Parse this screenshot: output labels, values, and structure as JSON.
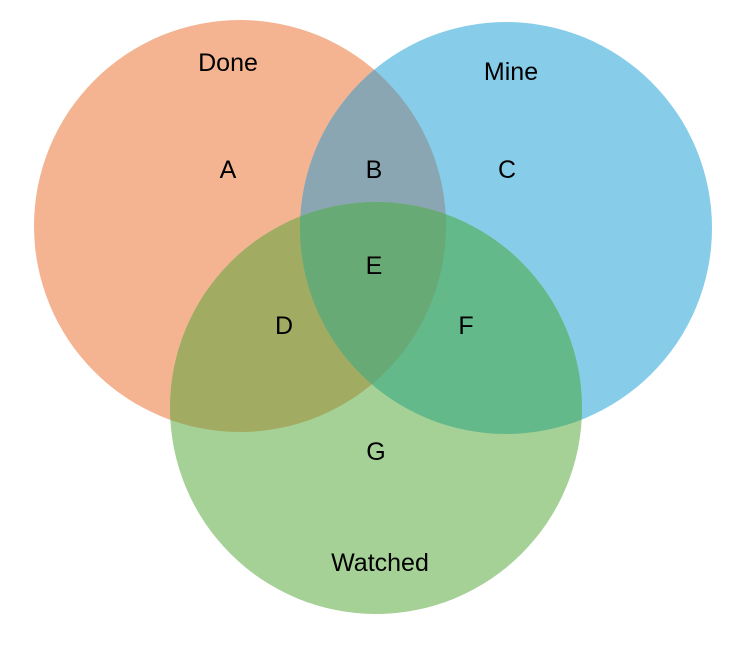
{
  "diagram": {
    "type": "venn-3-set",
    "background_color": "#ffffff",
    "text_color": "#000000",
    "sets": [
      {
        "label": "Done",
        "color": "#F4B492"
      },
      {
        "label": "Mine",
        "color": "#87CDE9"
      },
      {
        "label": "Watched",
        "color": "#A5D096"
      }
    ],
    "overlaps": {
      "done_mine": "#8BA6B3",
      "done_watched": "#A2AB62",
      "mine_watched": "#64B98A",
      "all_three": "#67AA75"
    },
    "regions": [
      {
        "label": "A"
      },
      {
        "label": "B"
      },
      {
        "label": "C"
      },
      {
        "label": "D"
      },
      {
        "label": "E"
      },
      {
        "label": "F"
      },
      {
        "label": "G"
      }
    ]
  }
}
